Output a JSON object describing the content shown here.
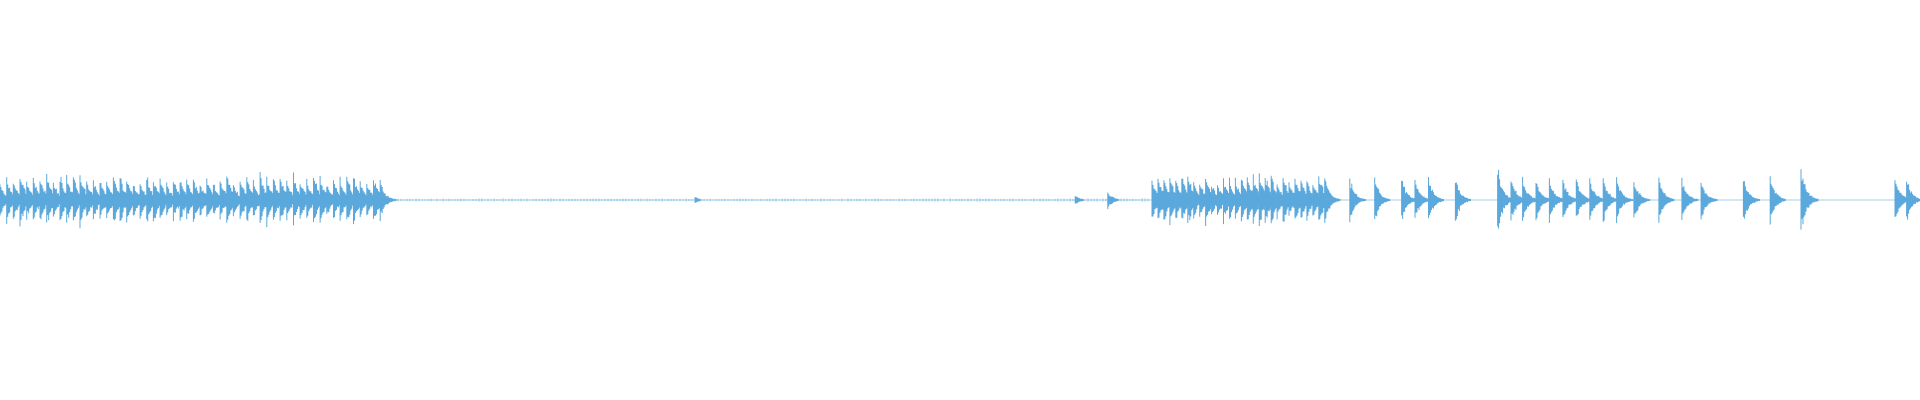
{
  "waveform": {
    "color": "#5ba8dc",
    "background": "#ffffff",
    "duration_fraction_note": "",
    "segments": [
      {
        "start": 0.0,
        "end": 0.198,
        "hits": 58,
        "amplitude": 0.055,
        "decay": 0.35,
        "jitter": 0.012
      },
      {
        "start": 0.6,
        "end": 0.69,
        "hits": 30,
        "amplitude": 0.055,
        "decay": 0.35,
        "jitter": 0.01
      }
    ],
    "sparse_hits": [
      0.69,
      0.703,
      0.716,
      0.73,
      0.737,
      0.744,
      0.758,
      0.78,
      0.787,
      0.793,
      0.8,
      0.807,
      0.814,
      0.821,
      0.828,
      0.835,
      0.842,
      0.851,
      0.864,
      0.876,
      0.886,
      0.908,
      0.922,
      0.938,
      0.987,
      0.993
    ],
    "sparse_amplitudes": [
      0.055,
      0.055,
      0.055,
      0.055,
      0.05,
      0.055,
      0.055,
      0.085,
      0.06,
      0.055,
      0.055,
      0.055,
      0.055,
      0.055,
      0.055,
      0.055,
      0.055,
      0.055,
      0.055,
      0.055,
      0.055,
      0.06,
      0.06,
      0.085,
      0.055,
      0.055
    ],
    "small_blips": [
      0.362,
      0.56,
      0.577
    ],
    "small_blip_amplitudes": [
      0.008,
      0.012,
      0.02
    ],
    "baseline": 0.5
  }
}
